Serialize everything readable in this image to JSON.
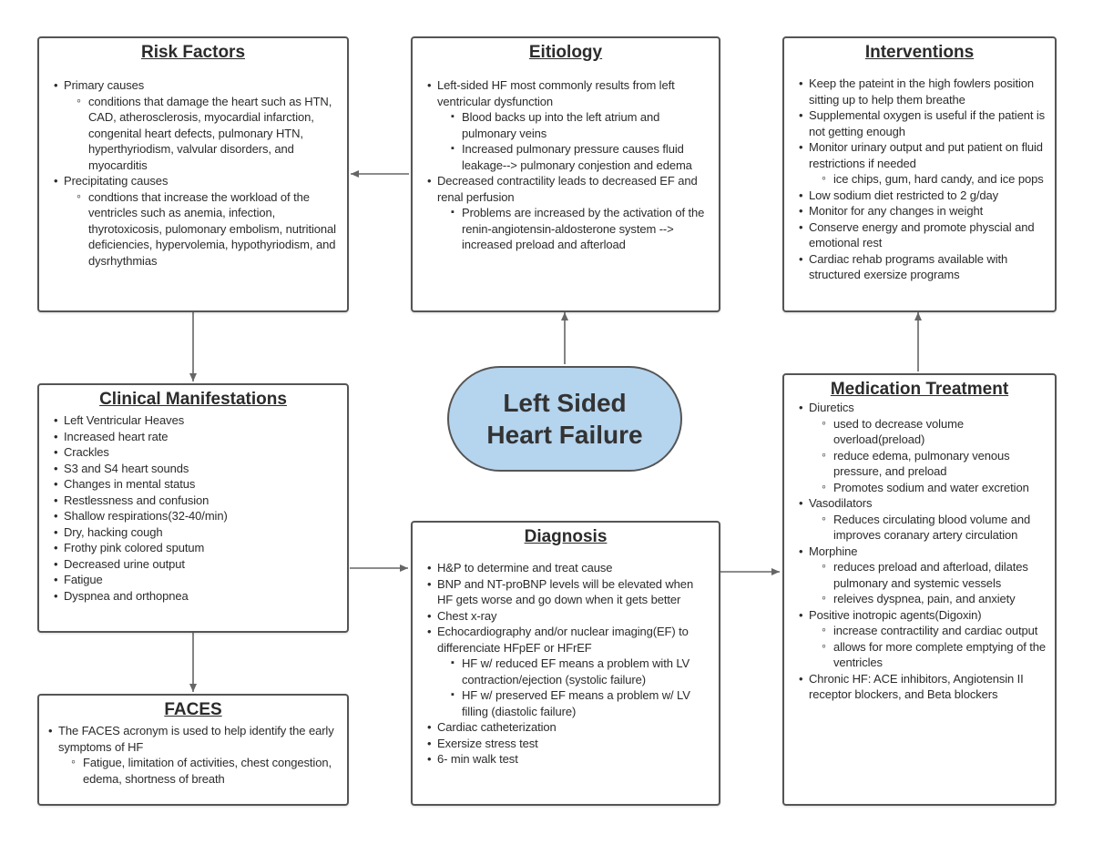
{
  "center": {
    "line1": "Left Sided",
    "line2": "Heart Failure"
  },
  "risk_factors": {
    "title": "Risk Factors",
    "items": [
      {
        "text": "Primary causes",
        "sub": [
          "conditions that damage the heart such as HTN, CAD, atherosclerosis, myocardial infarction, congenital heart defects, pulmonary HTN, hyperthyriodism, valvular disorders, and myocarditis"
        ]
      },
      {
        "text": "Precipitating causes",
        "sub": [
          "condtions that increase the workload of the ventricles such as anemia, infection, thyrotoxicosis, pulomonary embolism, nutritional deficiencies, hypervolemia, hypothyriodism, and dysrhythmias"
        ]
      }
    ]
  },
  "etiology": {
    "title": "Eitiology",
    "items": [
      {
        "text": "Left-sided HF most commonly results from left ventricular dysfunction",
        "sub": [
          "Blood backs up into the left atrium and pulmonary veins",
          "Increased pulmonary pressure causes fluid leakage--> pulmonary conjestion and edema"
        ]
      },
      {
        "text": "Decreased contractility leads to decreased EF and renal perfusion",
        "sub": [
          "Problems are increased by the activation of the renin-angiotensin-aldosterone system --> increased preload and afterload"
        ]
      }
    ]
  },
  "interventions": {
    "title": "Interventions",
    "items": [
      {
        "text": "Keep the pateint in the high fowlers position sitting up to help them breathe",
        "sub": []
      },
      {
        "text": "Supplemental oxygen is useful if the patient is not getting enough",
        "sub": []
      },
      {
        "text": "Monitor urinary output and put patient on fluid restrictions if needed",
        "sub": [
          "ice chips, gum, hard candy, and ice pops"
        ]
      },
      {
        "text": "Low sodium diet restricted to 2 g/day",
        "sub": []
      },
      {
        "text": "Monitor for any changes in weight",
        "sub": []
      },
      {
        "text": "Conserve energy and promote physcial and emotional rest",
        "sub": []
      },
      {
        "text": "Cardiac rehab programs available with structured exersize programs",
        "sub": []
      }
    ]
  },
  "clinical": {
    "title": "Clinical Manifestations",
    "items": [
      {
        "text": "Left Ventricular Heaves",
        "sub": []
      },
      {
        "text": "Increased heart rate",
        "sub": []
      },
      {
        "text": "Crackles",
        "sub": []
      },
      {
        "text": "S3 and S4 heart sounds",
        "sub": []
      },
      {
        "text": "Changes in mental status",
        "sub": []
      },
      {
        "text": "Restlessness and confusion",
        "sub": []
      },
      {
        "text": "Shallow respirations(32-40/min)",
        "sub": []
      },
      {
        "text": "Dry, hacking cough",
        "sub": []
      },
      {
        "text": "Frothy pink colored sputum",
        "sub": []
      },
      {
        "text": "Decreased urine output",
        "sub": []
      },
      {
        "text": "Fatigue",
        "sub": []
      },
      {
        "text": "Dyspnea and orthopnea",
        "sub": []
      }
    ]
  },
  "medication": {
    "title": "Medication Treatment",
    "items": [
      {
        "text": "Diuretics",
        "sub": [
          "used to decrease volume overload(preload)",
          "reduce edema, pulmonary venous pressure, and preload",
          "Promotes sodium and water excretion"
        ]
      },
      {
        "text": "Vasodilators",
        "sub": [
          "Reduces circulating blood volume and improves coranary artery circulation"
        ]
      },
      {
        "text": "Morphine",
        "sub": [
          "reduces preload and afterload, dilates pulmonary and systemic vessels",
          "releives dyspnea, pain, and anxiety"
        ]
      },
      {
        "text": "Positive inotropic agents(Digoxin)",
        "sub": [
          "increase contractility and cardiac output",
          "allows for more complete emptying of the ventricles"
        ]
      },
      {
        "text": "Chronic HF: ACE inhibitors, Angiotensin II receptor blockers, and Beta blockers",
        "sub": []
      }
    ]
  },
  "faces": {
    "title": "FACES",
    "items": [
      {
        "text": "The FACES acronym is used to help identify the early symptoms of HF",
        "sub": [
          "Fatigue, limitation of activities, chest congestion, edema, shortness of breath"
        ]
      }
    ]
  },
  "diagnosis": {
    "title": "Diagnosis",
    "items": [
      {
        "text": "H&P to determine and treat cause",
        "sub": []
      },
      {
        "text": "BNP and NT-proBNP levels will be elevated when HF gets worse and go down when it gets better",
        "sub": []
      },
      {
        "text": "Chest x-ray",
        "sub": []
      },
      {
        "text": "Echocardiography and/or nuclear imaging(EF) to differenciate HFpEF or HFrEF",
        "sub": [
          "HF w/ reduced EF means a problem with LV contraction/ejection (systolic failure)",
          "HF w/ preserved EF means a problem w/ LV filling (diastolic failure)"
        ]
      },
      {
        "text": "Cardiac catheterization",
        "sub": []
      },
      {
        "text": "Exersize stress test",
        "sub": []
      },
      {
        "text": "6- min walk test",
        "sub": []
      }
    ]
  }
}
